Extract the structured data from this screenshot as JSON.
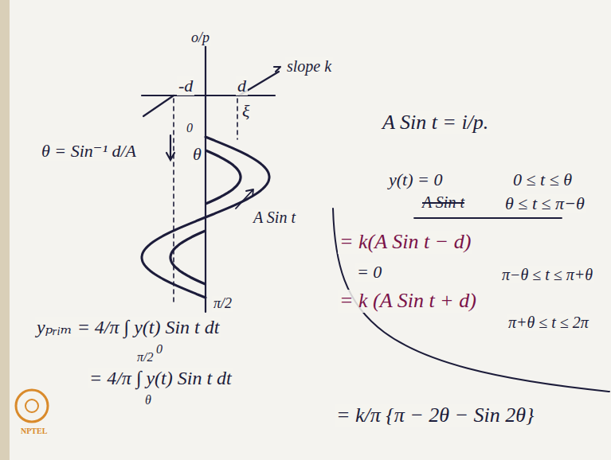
{
  "diagram": {
    "labels": [
      "o/p",
      "-d",
      "d",
      "slope k",
      "ξ",
      "0",
      "θ",
      "A Sin t",
      "θ = Sin⁻¹ d/A",
      "π/2",
      "yₚᵣᵢₘ = 4/π ∫ y(t) Sin t dt",
      "0",
      "= 4/π ∫ y(t) Sin t dt",
      "π/2",
      "θ",
      "A Sin t = i/p.",
      "y(t) = 0",
      "0 ≤ t ≤ θ",
      "A Sin t",
      "θ ≤ t ≤ π−θ",
      "= k(A Sin t − d)",
      "= 0",
      "π−θ ≤ t ≤ π+θ",
      "= k (A Sin t + d)",
      "π+θ ≤ t ≤ 2π",
      "= k/π {π − 2θ − Sin 2θ}",
      "NPTEL"
    ]
  }
}
